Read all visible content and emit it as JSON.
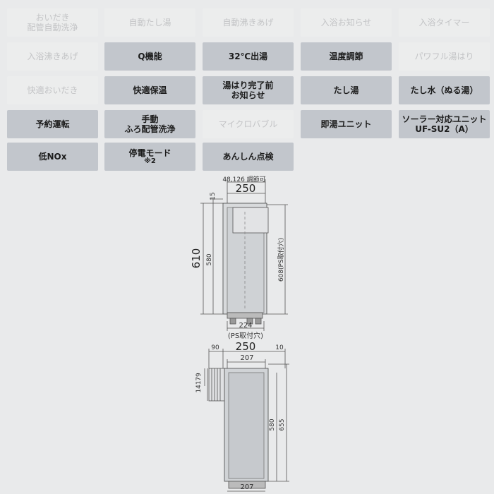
{
  "feature_tiles": [
    {
      "label": "おいだき\n配管自動洗浄",
      "active": false
    },
    {
      "label": "自動たし湯",
      "active": false
    },
    {
      "label": "自動沸きあげ",
      "active": false
    },
    {
      "label": "入浴お知らせ",
      "active": false
    },
    {
      "label": "入浴タイマー",
      "active": false
    },
    {
      "label": "入浴沸きあげ",
      "active": false
    },
    {
      "label": "Q機能",
      "active": true
    },
    {
      "label": "32℃出湯",
      "active": true
    },
    {
      "label": "温度調節",
      "active": true
    },
    {
      "label": "パワフル湯はり",
      "active": false
    },
    {
      "label": "快適おいだき",
      "active": false
    },
    {
      "label": "快適保温",
      "active": true
    },
    {
      "label": "湯はり完了前\nお知らせ",
      "active": true
    },
    {
      "label": "たし湯",
      "active": true
    },
    {
      "label": "たし水（ぬる湯）",
      "active": true
    },
    {
      "label": "予約運転",
      "active": true
    },
    {
      "label": "手動\nふろ配管洗浄",
      "active": true
    },
    {
      "label": "マイクロバブル",
      "active": false
    },
    {
      "label": "即湯ユニット",
      "active": true
    },
    {
      "label": "ソーラー対応ユニット\nUF-SU2（A）",
      "active": true
    },
    {
      "label": "低NOx",
      "active": true
    },
    {
      "label": "停電モード",
      "note": "※2",
      "active": true
    },
    {
      "label": "あんしん点検",
      "active": true
    }
  ],
  "front_view": {
    "top_note": "48,126 調節可",
    "width": "250",
    "top_offset": "15",
    "height_total": "610",
    "height_body": "580",
    "ps_height": "608(PS取付穴)",
    "bottom_width": "224",
    "bottom_note": "(PS取付穴)"
  },
  "side_view": {
    "left_offset": "90",
    "width": "250",
    "right_offset": "10",
    "inner_width": "207",
    "dim_79": "79",
    "dim_141": "141",
    "height_body": "580",
    "height_total": "655",
    "bottom_width": "207"
  },
  "colors": {
    "active_tile": "#c2c6cc",
    "inactive_tile": "#eceded",
    "background": "#e9eaeb"
  }
}
